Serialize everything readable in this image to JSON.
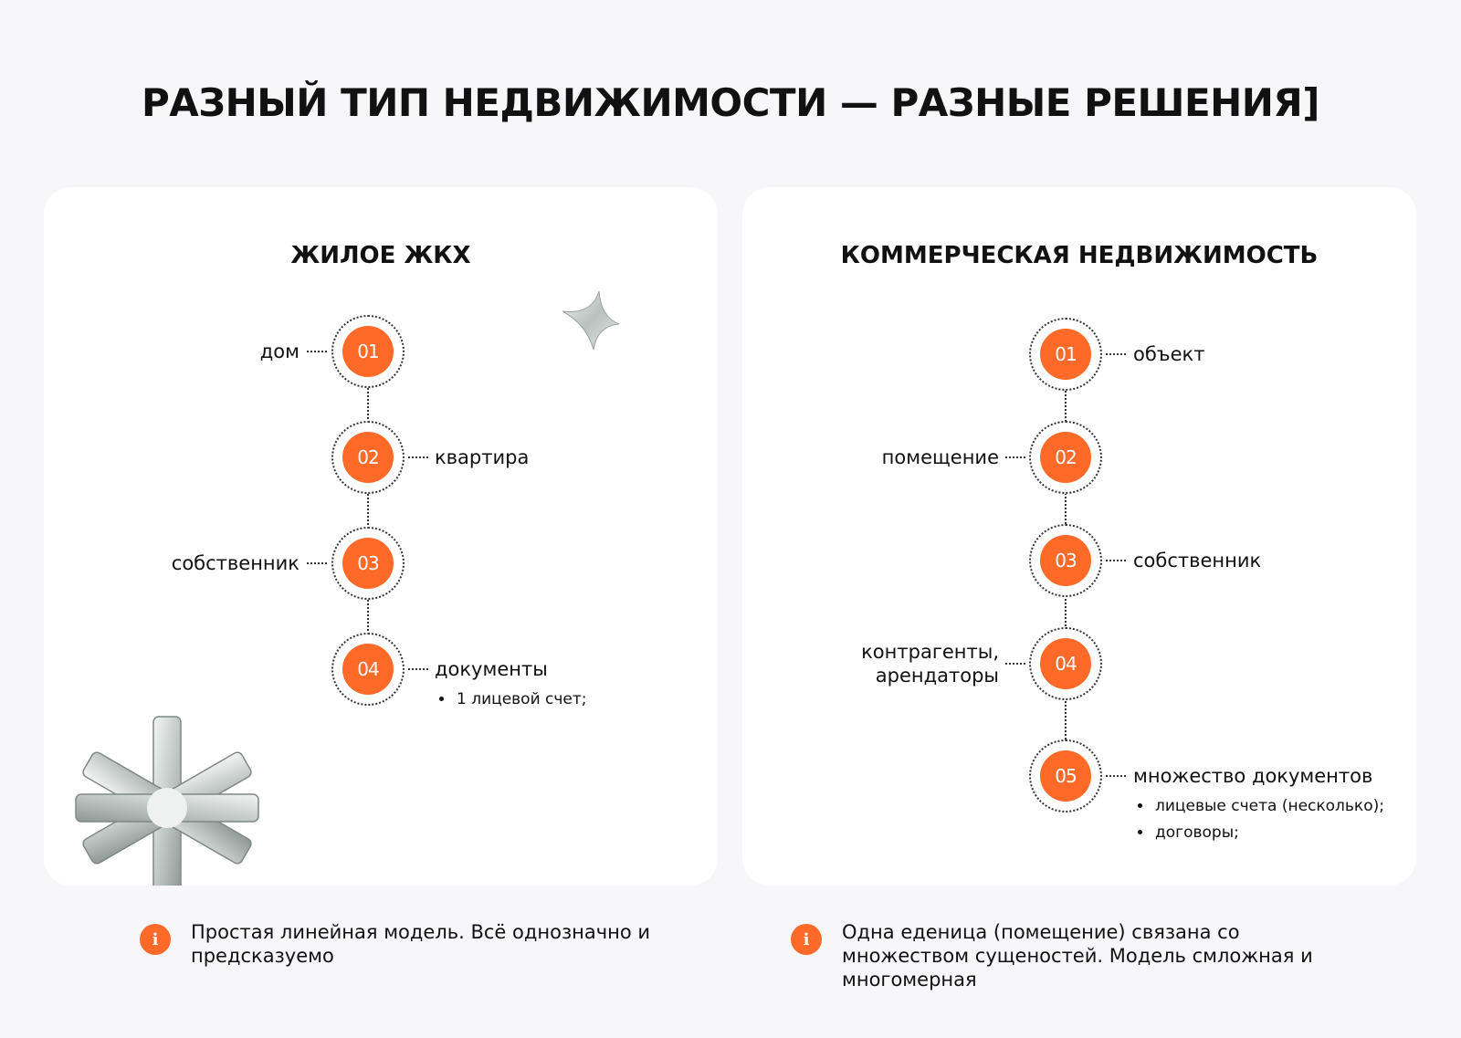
{
  "title": "РАЗНЫЙ ТИП НЕДВИЖИМОСТИ — РАЗНЫЕ РЕШЕНИЯ]",
  "residential": {
    "title": "ЖИЛОЕ ЖКХ",
    "steps": [
      {
        "num": "01",
        "label": "дом"
      },
      {
        "num": "02",
        "label": "квартира"
      },
      {
        "num": "03",
        "label": "собственник"
      },
      {
        "num": "04",
        "label": "документы",
        "bullets": [
          "1 лицевой счет;"
        ]
      }
    ],
    "note": "Простая линейная модель. Всё однозначно и предсказуемо"
  },
  "commercial": {
    "title": "КОММЕРЧЕСКАЯ НЕДВИЖИМОСТЬ",
    "steps": [
      {
        "num": "01",
        "label": "объект"
      },
      {
        "num": "02",
        "label": "помещение"
      },
      {
        "num": "03",
        "label": "собственник"
      },
      {
        "num": "04",
        "label": "контрагенты, арендаторы",
        "lines": [
          "контрагенты,",
          "арендаторы"
        ]
      },
      {
        "num": "05",
        "label": "множество документов",
        "bullets": [
          "лицевые счета (несколько);",
          "договоры;"
        ]
      }
    ],
    "note": "Одна еденица (помещение) связана со множеством сущеностей. Модель смложная и многомерная"
  },
  "icons": {
    "info": "info-icon",
    "sparkle": "sparkle-star-icon",
    "asterisk": "asterisk-3d-icon"
  },
  "colors": {
    "accent": "#ff6a28",
    "background": "#f7f7f9",
    "card": "#ffffff"
  }
}
